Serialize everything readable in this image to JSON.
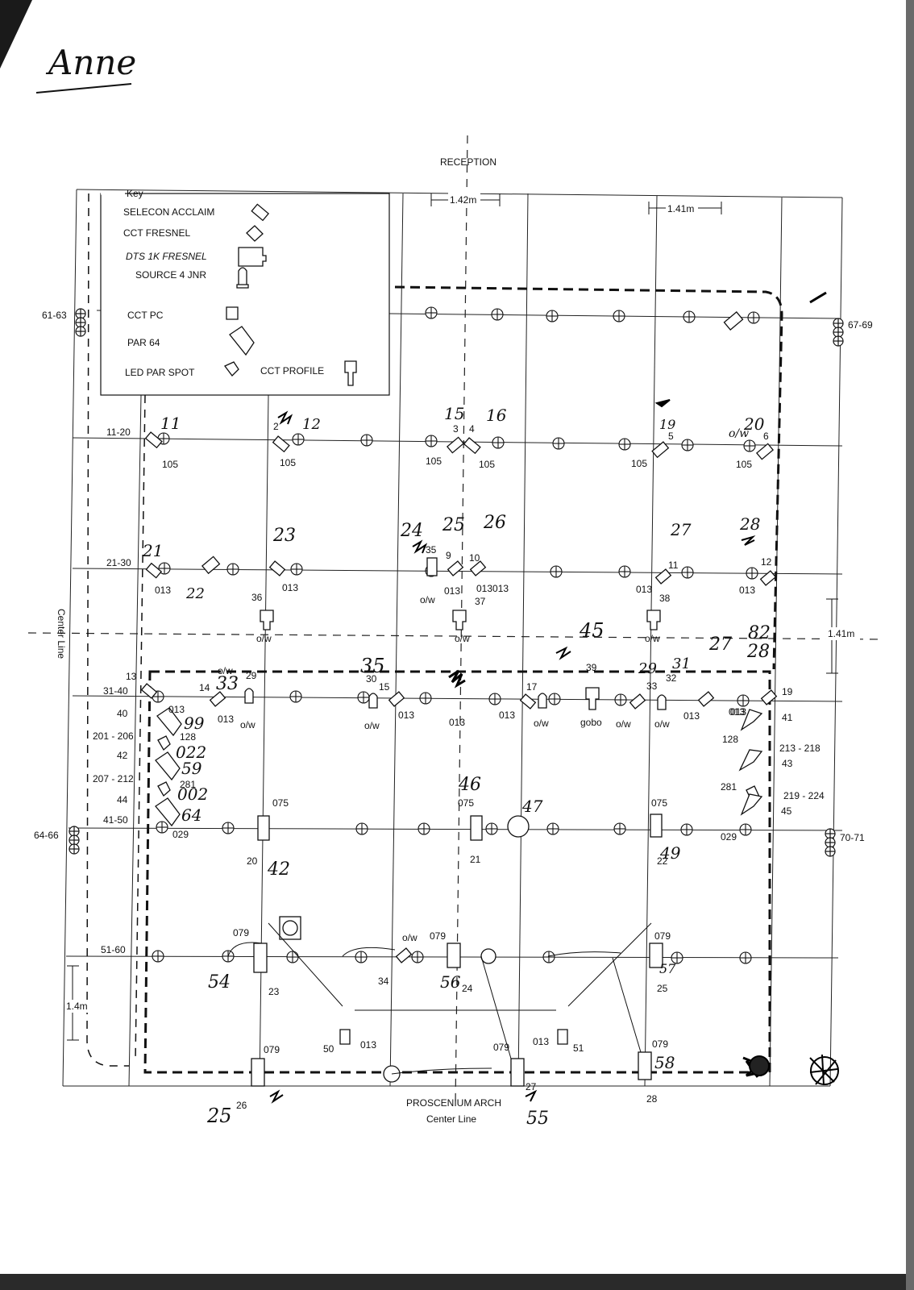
{
  "signature": "Anne",
  "labels": {
    "reception": "RECEPTION",
    "proscenium": "PROSCENIUM ARCH",
    "center_line_bottom": "Center Line",
    "center_line_side": "Center Line"
  },
  "key": {
    "title": "Key",
    "items": [
      {
        "label": "SELECON ACCLAIM",
        "icon": "selecon-acclaim-icon"
      },
      {
        "label": "CCT FRESNEL",
        "icon": "cct-fresnel-icon"
      },
      {
        "label": "DTS 1K FRESNEL",
        "icon": "dts-1k-fresnel-icon"
      },
      {
        "label": "SOURCE 4 JNR",
        "icon": "source-4-jnr-icon"
      },
      {
        "label": "CCT PC",
        "icon": "cct-pc-icon"
      },
      {
        "label": "PAR 64",
        "icon": "par-64-icon"
      },
      {
        "label": "LED PAR SPOT",
        "icon": "led-par-spot-icon"
      },
      {
        "label": "CCT PROFILE",
        "icon": "cct-profile-icon"
      }
    ]
  },
  "dimensions": {
    "top_left": "1.42m",
    "top_right": "1.41m",
    "right": "1.41m",
    "bottom_left": "1.4m"
  },
  "bar_labels": {
    "b61_63": "61-63",
    "b67_69": "67-69",
    "b11_20": "11-20",
    "b21_30": "21-30",
    "b31_40": "31-40",
    "b64_66": "64-66",
    "b70_71": "70-71",
    "b51_60": "51-60"
  },
  "side_left": {
    "c40": "40",
    "c201": "201 - 206",
    "c42": "42",
    "c207": "207 - 212",
    "c44": "44",
    "c41_50": "41-50"
  },
  "side_right": {
    "c19": "19",
    "c41": "41",
    "c213": "213 - 218",
    "c43": "43",
    "c219": "219 - 224",
    "c45": "45"
  },
  "gel_row1": {
    "g1": "105",
    "g2": "105",
    "g3": "105",
    "g4": "105",
    "g5": "105",
    "g6": "105"
  },
  "ch_row1": {
    "c2": "2",
    "c3": "3",
    "c4": "4",
    "c5": "5",
    "c6": "6"
  },
  "gel_row2": {
    "g1": "013",
    "g2": "013",
    "g3": "013",
    "g4": "013013",
    "g5": "013",
    "g6": "013"
  },
  "ch_row2": {
    "c9": "9",
    "c10": "10",
    "c11": "11",
    "c12": "12",
    "c35": "35",
    "c36": "36",
    "c37": "37",
    "c38": "38"
  },
  "ow": {
    "o1": "o/w",
    "o2": "o/w",
    "o3": "o/w",
    "o4": "o/w",
    "o5": "o/w",
    "o6": "o/w",
    "o7": "o/w",
    "o8": "o/w",
    "o9": "o/w",
    "o10": "o/w",
    "o11": "o/w"
  },
  "ch_row3": {
    "c13": "13",
    "c14": "14",
    "c15": "15",
    "c17": "17",
    "c29": "29",
    "c30": "30",
    "c33": "33",
    "c39": "39",
    "c32": "32"
  },
  "gel_row3": {
    "g1": "013",
    "g2": "013",
    "g3": "013",
    "g4": "013",
    "g5": "013",
    "g6": "013",
    "g7": "013",
    "g8": "013"
  },
  "gobo": "gobo",
  "side_gels_left": {
    "a": "128",
    "b": "281",
    "c": "029"
  },
  "side_gels_right": {
    "a": "128",
    "b": "281",
    "c": "029"
  },
  "gel_row4": {
    "g1": "075",
    "g2": "075",
    "g3": "075"
  },
  "ch_row4": {
    "c20": "20",
    "c21": "21",
    "c22": "22"
  },
  "gel_row5": {
    "g1": "079",
    "g2": "079",
    "g3": "079"
  },
  "ch_row5": {
    "c23": "23",
    "c24": "24",
    "c25": "25",
    "c34": "34"
  },
  "gel_row6": {
    "g1": "079",
    "g2": "013",
    "g3": "079",
    "g4": "013",
    "g5": "079"
  },
  "ch_row6": {
    "c50": "50",
    "c51": "51",
    "c27": "27",
    "c28": "28",
    "c26": "26"
  },
  "handwritten": {
    "h11": "11",
    "h12": "12",
    "h15": "15",
    "h16": "16",
    "h20": "20",
    "h19": "19",
    "h21": "21",
    "h22": "22",
    "h23": "23",
    "h24": "24",
    "h25": "25",
    "h26": "26",
    "h27": "27",
    "h28": "28",
    "h29": "29",
    "h82": "82",
    "h33": "33",
    "h35": "35",
    "h45": "45",
    "h31": "31",
    "h99": "99",
    "h022": "022",
    "h59": "59",
    "h002": "002",
    "h64": "64",
    "h42": "42",
    "h49": "49",
    "h46": "46",
    "h47": "47",
    "h54": "54",
    "h56": "56",
    "h57": "57",
    "h58": "58",
    "h55": "55",
    "h25b": "25",
    "ow_hand": "o/w"
  }
}
